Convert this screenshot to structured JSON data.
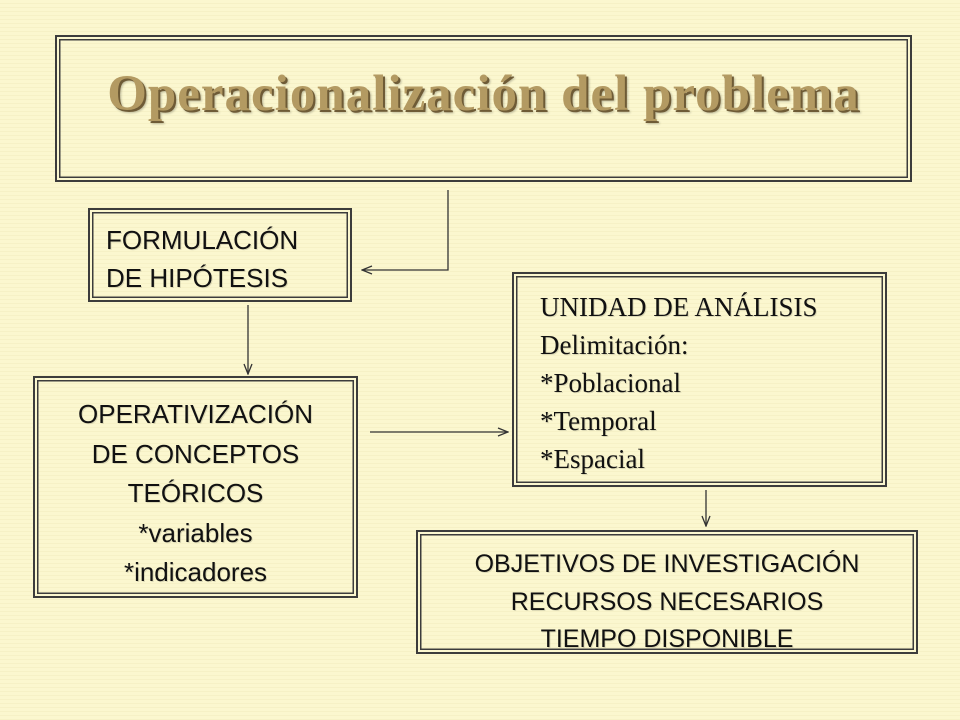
{
  "slide": {
    "title": "Operacionalización del problema",
    "colors": {
      "background": "#FBF7CF",
      "title": "#B39A62",
      "border": "#3C3C3C"
    }
  },
  "boxes": {
    "formulacion": {
      "lines": [
        "FORMULACIÓN",
        "DE HIPÓTESIS"
      ]
    },
    "operativizacion": {
      "lines": [
        "OPERATIVIZACIÓN",
        "DE CONCEPTOS",
        "TEÓRICOS",
        "*variables",
        "*indicadores"
      ]
    },
    "unidad": {
      "lines": [
        "UNIDAD DE ANÁLISIS",
        "Delimitación:",
        "*Poblacional",
        "*Temporal",
        "*Espacial"
      ]
    },
    "objetivos": {
      "lines": [
        "OBJETIVOS DE INVESTIGACIÓN",
        "RECURSOS NECESARIOS",
        "TIEMPO DISPONIBLE"
      ]
    }
  }
}
